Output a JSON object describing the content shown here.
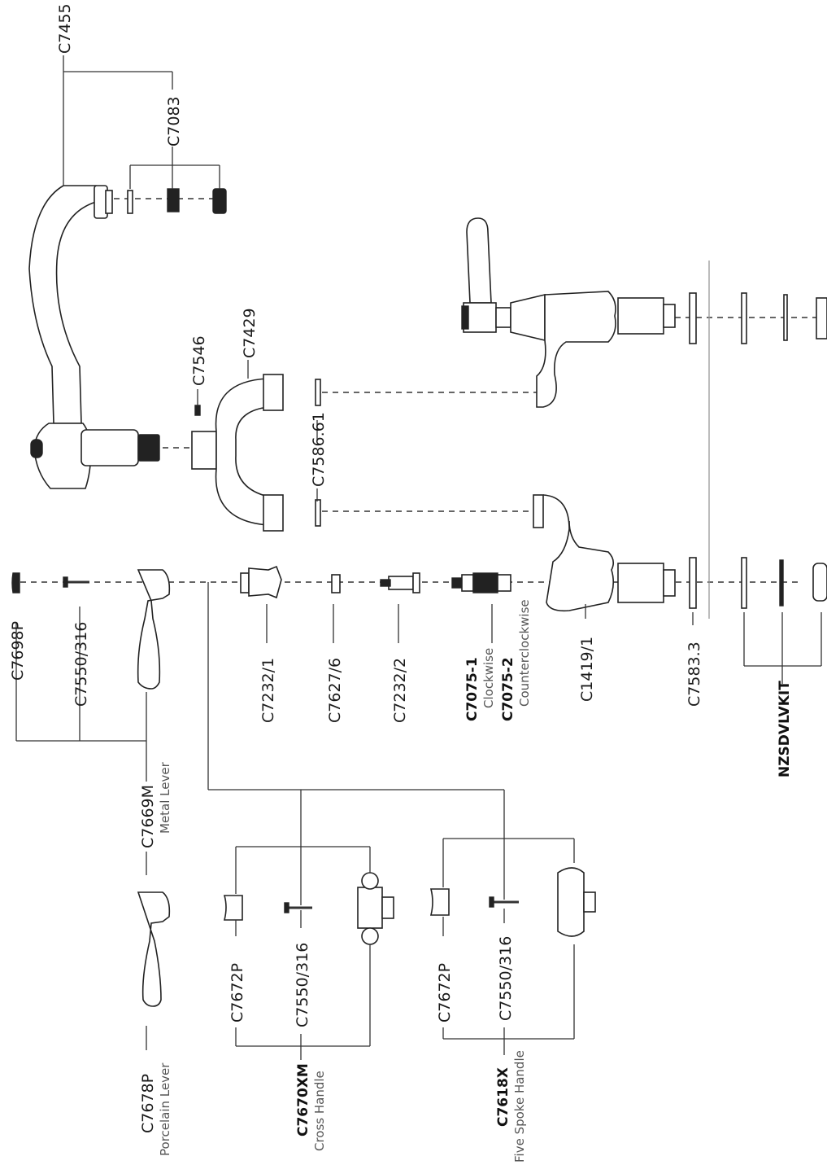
{
  "parts": {
    "c7455": "C7455",
    "c7083": "C7083",
    "c7546": "C7546",
    "c7429": "C7429",
    "c7586": "C7586.61",
    "c7698p": "C7698P",
    "c7550_a": "C7550/316",
    "c7232_1": "C7232/1",
    "c7627_6": "C7627/6",
    "c7232_2": "C7232/2",
    "c7075_1": "C7075-1",
    "c7075_1_desc": "Clockwise",
    "c7075_2": "C7075-2",
    "c7075_2_desc": "Counterclockwise",
    "c1419_1": "C1419/1",
    "c7583_3": "C7583.3",
    "nzsdvlvkit": "NZSDVLVKIT",
    "c7669m": "C7669M",
    "c7669m_desc": "Metal Lever",
    "c7678p": "C7678P",
    "c7678p_desc": "Porcelain Lever",
    "c7672p_a": "C7672P",
    "c7550_b": "C7550/316",
    "c7670xm": "C7670XM",
    "c7670xm_desc": "Cross Handle",
    "c7672p_b": "C7672P",
    "c7550_c": "C7550/316",
    "c7618x": "C7618X",
    "c7618x_desc": "Five Spoke Handle"
  }
}
